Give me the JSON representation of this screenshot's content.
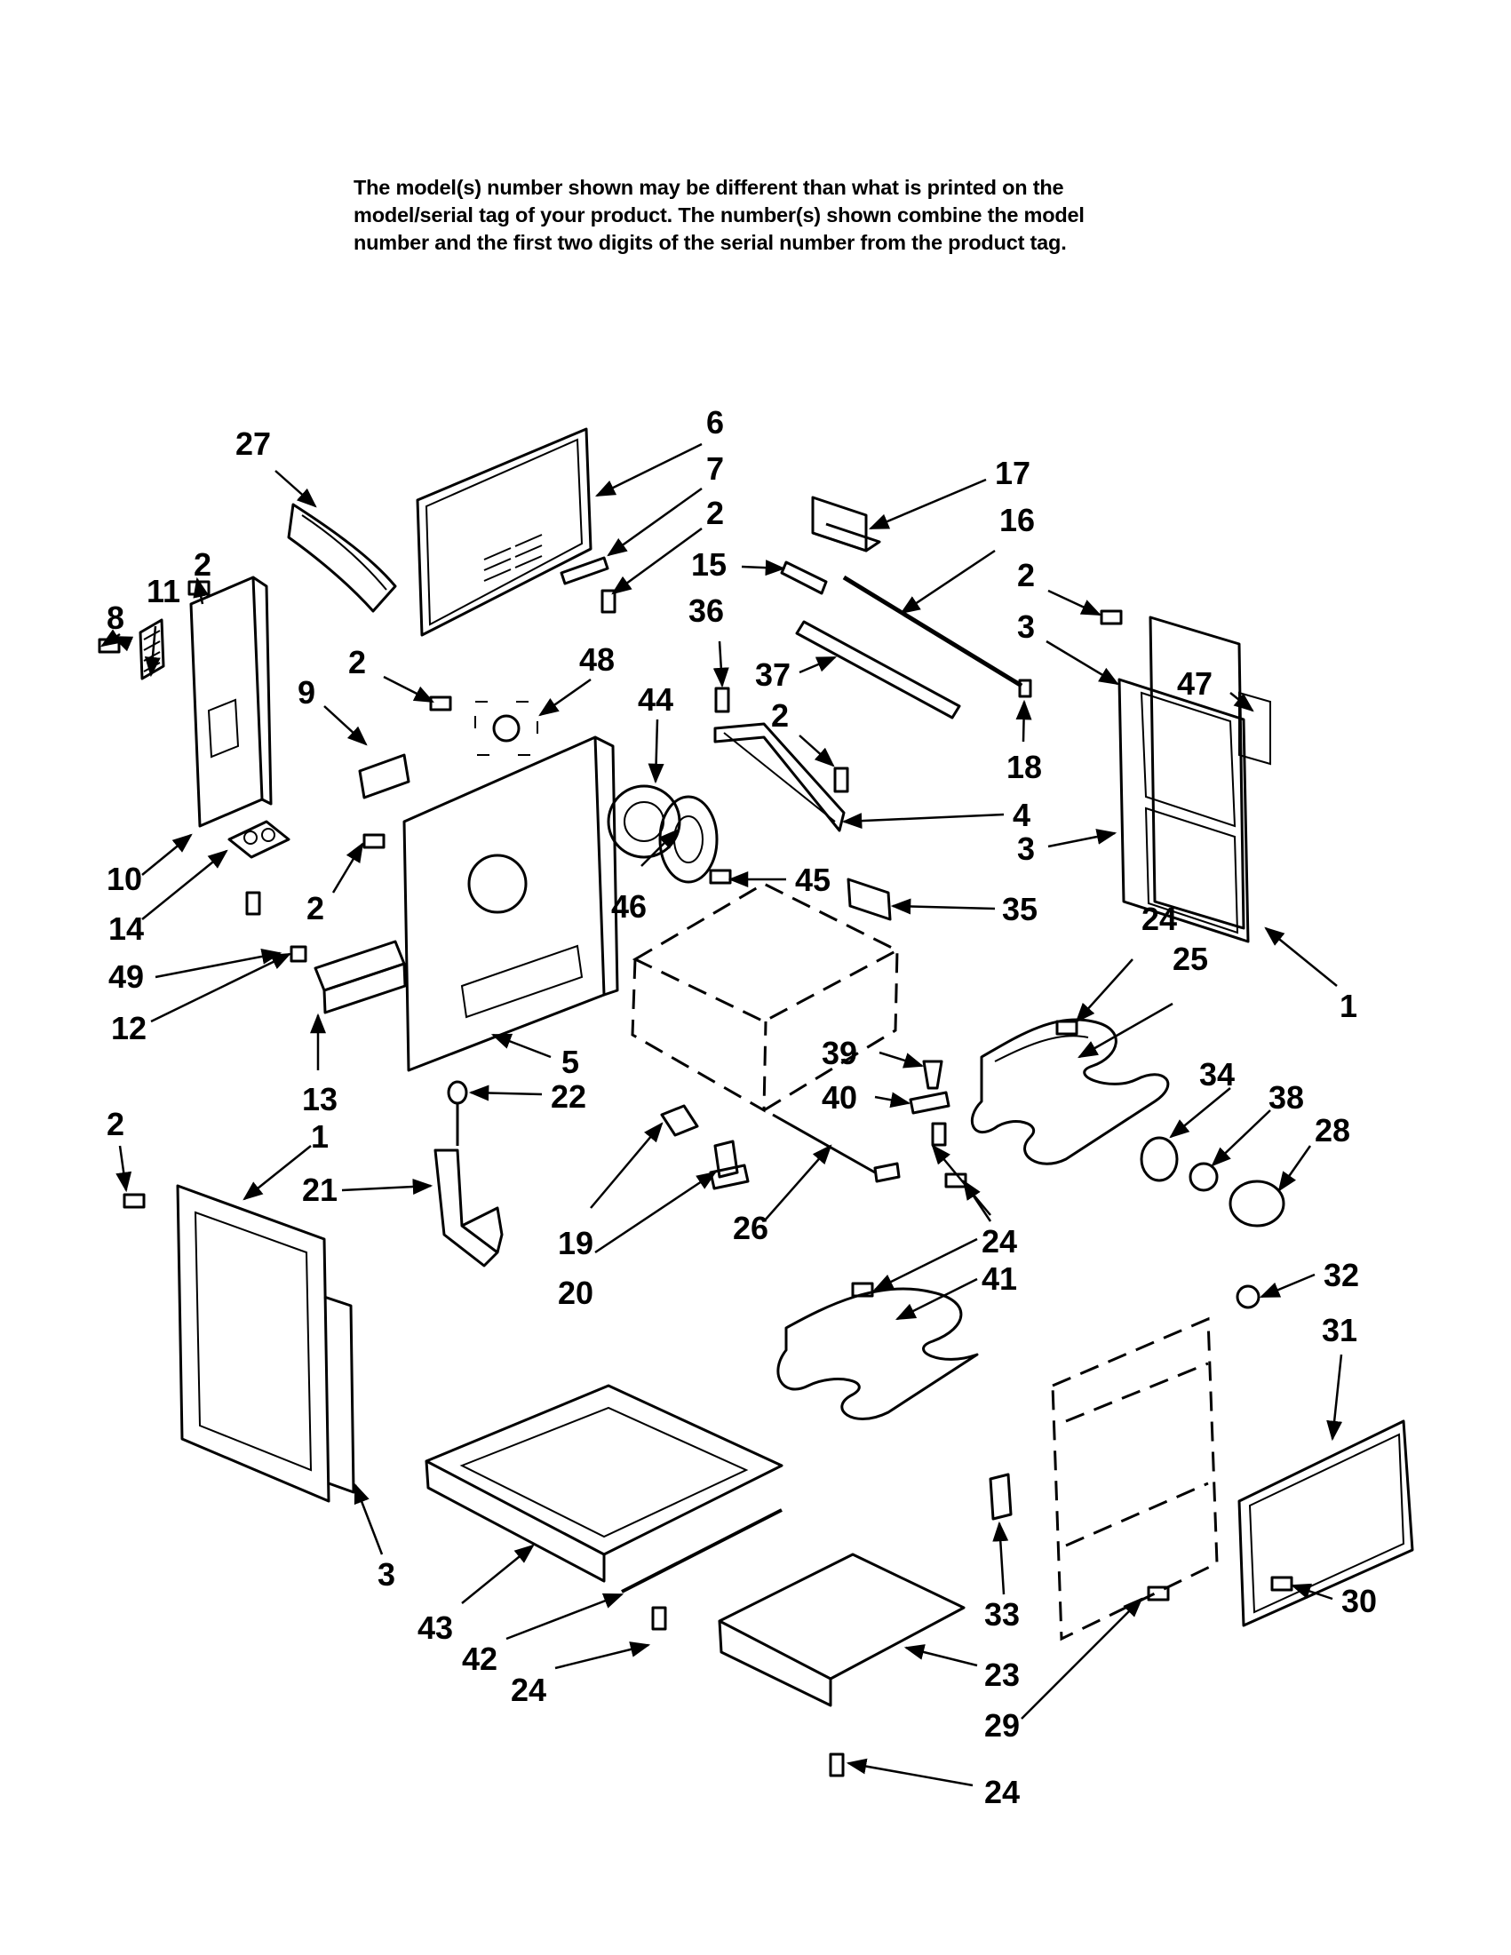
{
  "notice": {
    "lines": [
      "The model(s) number shown may be different than what is printed on the",
      "model/serial tag of your product. The number(s) shown combine the model",
      "number and the first two digits of the serial number from the product tag."
    ]
  },
  "callouts": [
    {
      "id": "c27",
      "text": "27"
    },
    {
      "id": "c6",
      "text": "6"
    },
    {
      "id": "c7",
      "text": "7"
    },
    {
      "id": "c2a",
      "text": "2"
    },
    {
      "id": "c17",
      "text": "17"
    },
    {
      "id": "c16",
      "text": "16"
    },
    {
      "id": "c15",
      "text": "15"
    },
    {
      "id": "c36",
      "text": "36"
    },
    {
      "id": "c2b",
      "text": "2"
    },
    {
      "id": "c3a",
      "text": "3"
    },
    {
      "id": "c47",
      "text": "47"
    },
    {
      "id": "c8",
      "text": "8"
    },
    {
      "id": "c11",
      "text": "11"
    },
    {
      "id": "c2c",
      "text": "2"
    },
    {
      "id": "c9",
      "text": "9"
    },
    {
      "id": "c2d",
      "text": "2"
    },
    {
      "id": "c48",
      "text": "48"
    },
    {
      "id": "c44",
      "text": "44"
    },
    {
      "id": "c37",
      "text": "37"
    },
    {
      "id": "c2e",
      "text": "2"
    },
    {
      "id": "c18",
      "text": "18"
    },
    {
      "id": "c4",
      "text": "4"
    },
    {
      "id": "c3b",
      "text": "3"
    },
    {
      "id": "c10",
      "text": "10"
    },
    {
      "id": "c14",
      "text": "14"
    },
    {
      "id": "c2f",
      "text": "2"
    },
    {
      "id": "c46",
      "text": "46"
    },
    {
      "id": "c45",
      "text": "45"
    },
    {
      "id": "c35",
      "text": "35"
    },
    {
      "id": "c24a",
      "text": "24"
    },
    {
      "id": "c25",
      "text": "25"
    },
    {
      "id": "c49",
      "text": "49"
    },
    {
      "id": "c1a",
      "text": "1"
    },
    {
      "id": "c12",
      "text": "12"
    },
    {
      "id": "c5",
      "text": "5"
    },
    {
      "id": "c39",
      "text": "39"
    },
    {
      "id": "c13",
      "text": "13"
    },
    {
      "id": "c22",
      "text": "22"
    },
    {
      "id": "c40",
      "text": "40"
    },
    {
      "id": "c34",
      "text": "34"
    },
    {
      "id": "c38",
      "text": "38"
    },
    {
      "id": "c28",
      "text": "28"
    },
    {
      "id": "c2g",
      "text": "2"
    },
    {
      "id": "c1b",
      "text": "1"
    },
    {
      "id": "c21",
      "text": "21"
    },
    {
      "id": "c19",
      "text": "19"
    },
    {
      "id": "c26",
      "text": "26"
    },
    {
      "id": "c24b",
      "text": "24"
    },
    {
      "id": "c20",
      "text": "20"
    },
    {
      "id": "c41",
      "text": "41"
    },
    {
      "id": "c32",
      "text": "32"
    },
    {
      "id": "c31",
      "text": "31"
    },
    {
      "id": "c3c",
      "text": "3"
    },
    {
      "id": "c43",
      "text": "43"
    },
    {
      "id": "c33",
      "text": "33"
    },
    {
      "id": "c30",
      "text": "30"
    },
    {
      "id": "c42",
      "text": "42"
    },
    {
      "id": "c24c",
      "text": "24"
    },
    {
      "id": "c23",
      "text": "23"
    },
    {
      "id": "c29",
      "text": "29"
    },
    {
      "id": "c24d",
      "text": "24"
    }
  ]
}
